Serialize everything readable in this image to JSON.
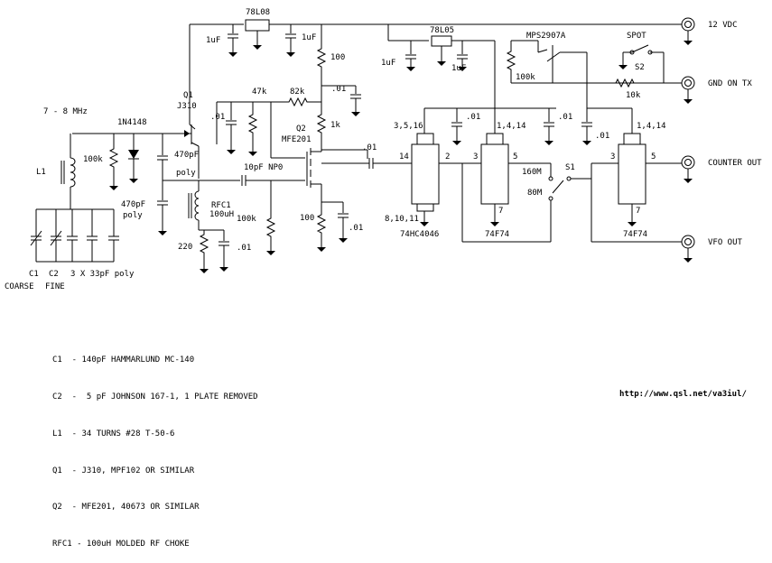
{
  "labels": {
    "reg1": "78L08",
    "reg2": "78L05",
    "vdc": "12 VDC",
    "gnd_tx": "GND ON TX",
    "counter_out": "COUNTER OUT",
    "vfo_out": "VFO OUT",
    "q1": "Q1",
    "q1_type": "J310",
    "q2": "Q2",
    "q2_type": "MFE201",
    "freq": "7 - 8 MHz",
    "diode": "1N4148",
    "l1": "L1",
    "rfc1": "RFC1",
    "rfc1_val": "100uH",
    "mps": "MPS2907A",
    "spot": "SPOT",
    "s2": "S2",
    "s1": "S1",
    "ic1": "74HC4046",
    "ic2": "74F74",
    "ic3": "74F74",
    "m160": "160M",
    "m80": "80M",
    "c1": "C1",
    "c2": "C2",
    "caps3": "3 X 33pF poly",
    "coarse": "COARSE",
    "fine": "FINE",
    "cap_1uf": "1uF",
    "cap_01": ".01",
    "cap_470poly": "470pF",
    "poly": "poly",
    "cap_10np0": "10pF NP0",
    "r_100": "100",
    "r_1k": "1k",
    "r_47k": "47k",
    "r_82k": "82k",
    "r_100k": "100k",
    "r_10k": "10k",
    "r_220": "220",
    "pins_3516": "3,5,16",
    "pins_81011": "8,10,11",
    "pins_1414": "1,4,14",
    "pin14": "14",
    "pin2": "2",
    "pin3": "3",
    "pin5": "5",
    "pin7": "7"
  },
  "parts_list": [
    "C1  - 140pF HAMMARLUND MC-140",
    "C2  -  5 pF JOHNSON 167-1, 1 PLATE REMOVED",
    "L1  - 34 TURNS #28 T-50-6",
    "Q1  - J310, MPF102 OR SIMILAR",
    "Q2  - MFE201, 40673 OR SIMILAR",
    "RFC1 - 100uH MOLDED RF CHOKE"
  ],
  "url": "http://www.qsl.net/va3iul/"
}
